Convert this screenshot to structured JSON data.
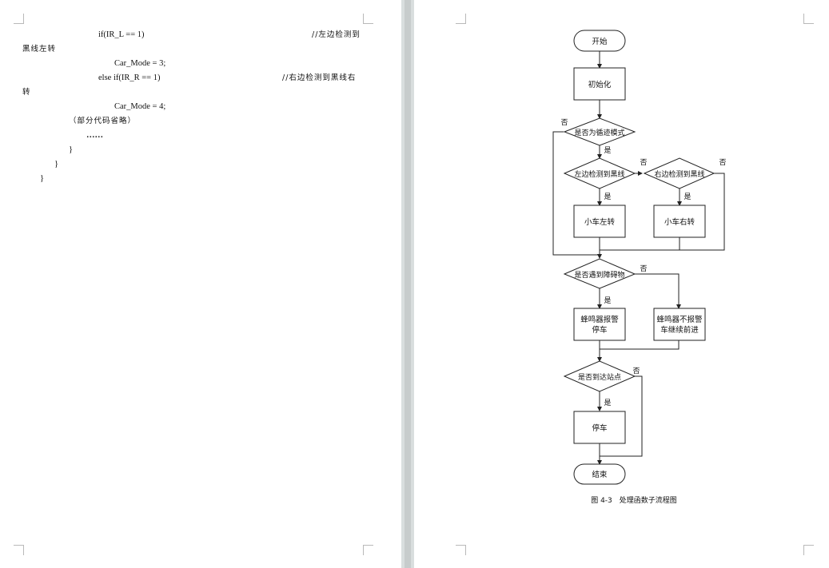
{
  "left_page": {
    "lines": [
      "if(IR_L == 1)",
      "//左边检测到",
      "黑线左转",
      "Car_Mode = 3;",
      "else if(IR_R == 1)",
      "//右边检测到黑线右",
      "转",
      "Car_Mode = 4;",
      "（部分代码省略）",
      "……",
      "}",
      "}",
      "}"
    ]
  },
  "flowchart": {
    "start": "开始",
    "init": "初始化",
    "decision_mode": "是否为循迹模式",
    "decision_left": "左边检测到黑线",
    "decision_right": "右边检测到黑线",
    "turn_left": "小车左转",
    "turn_right": "小车右转",
    "decision_obstacle": "是否遇到障碍物",
    "alarm_stop_1": "蜂鸣器报警",
    "alarm_stop_2": "停车",
    "no_alarm_1": "蜂鸣器不报警",
    "no_alarm_2": "车继续前进",
    "decision_station": "是否到达站点",
    "stop": "停车",
    "end": "结束",
    "yes": "是",
    "no": "否"
  },
  "caption": "图 4-3　处理函数子流程图"
}
